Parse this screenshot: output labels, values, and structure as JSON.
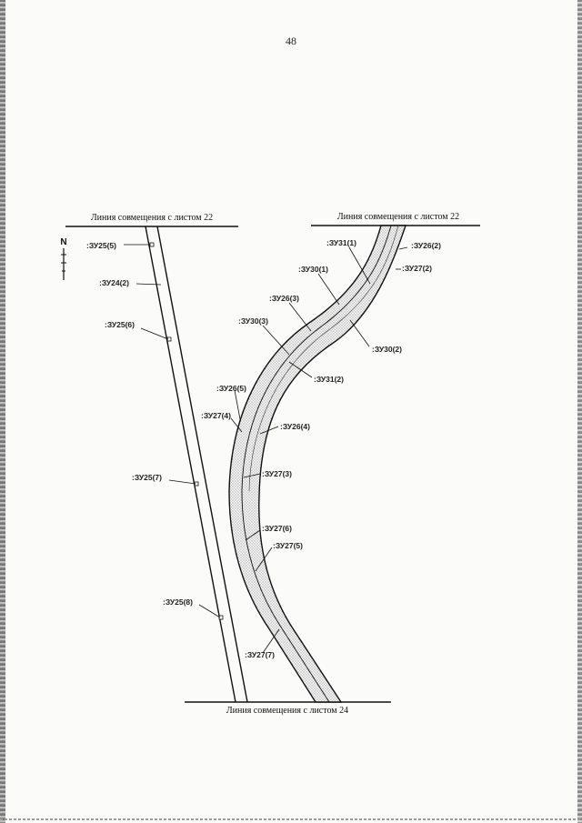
{
  "page": {
    "number": "48"
  },
  "captions": {
    "left_top": "Линия совмещения с листом 22",
    "right_top": "Линия совмещения с листом 22",
    "bottom": "Линия совмещения с листом 24"
  },
  "north_arrow": {
    "letter": "N"
  },
  "parcels": {
    "zu25_5": ":ЗУ25(5)",
    "zu24_2": ":ЗУ24(2)",
    "zu25_6": ":ЗУ25(6)",
    "zu25_7": ":ЗУ25(7)",
    "zu25_8": ":ЗУ25(8)",
    "zu31_1": ":ЗУ31(1)",
    "zu26_2": ":ЗУ26(2)",
    "zu27_2": ":ЗУ27(2)",
    "zu30_1": ":ЗУ30(1)",
    "zu26_3": ":ЗУ26(3)",
    "zu30_3": ":ЗУ30(3)",
    "zu30_2": ":ЗУ30(2)",
    "zu31_2": ":ЗУ31(2)",
    "zu26_5": ":ЗУ26(5)",
    "zu27_4": ":ЗУ27(4)",
    "zu26_4": ":ЗУ26(4)",
    "zu27_3": ":ЗУ27(3)",
    "zu27_6": ":ЗУ27(6)",
    "zu27_5": ":ЗУ27(5)",
    "zu27_7": ":ЗУ27(7)"
  }
}
